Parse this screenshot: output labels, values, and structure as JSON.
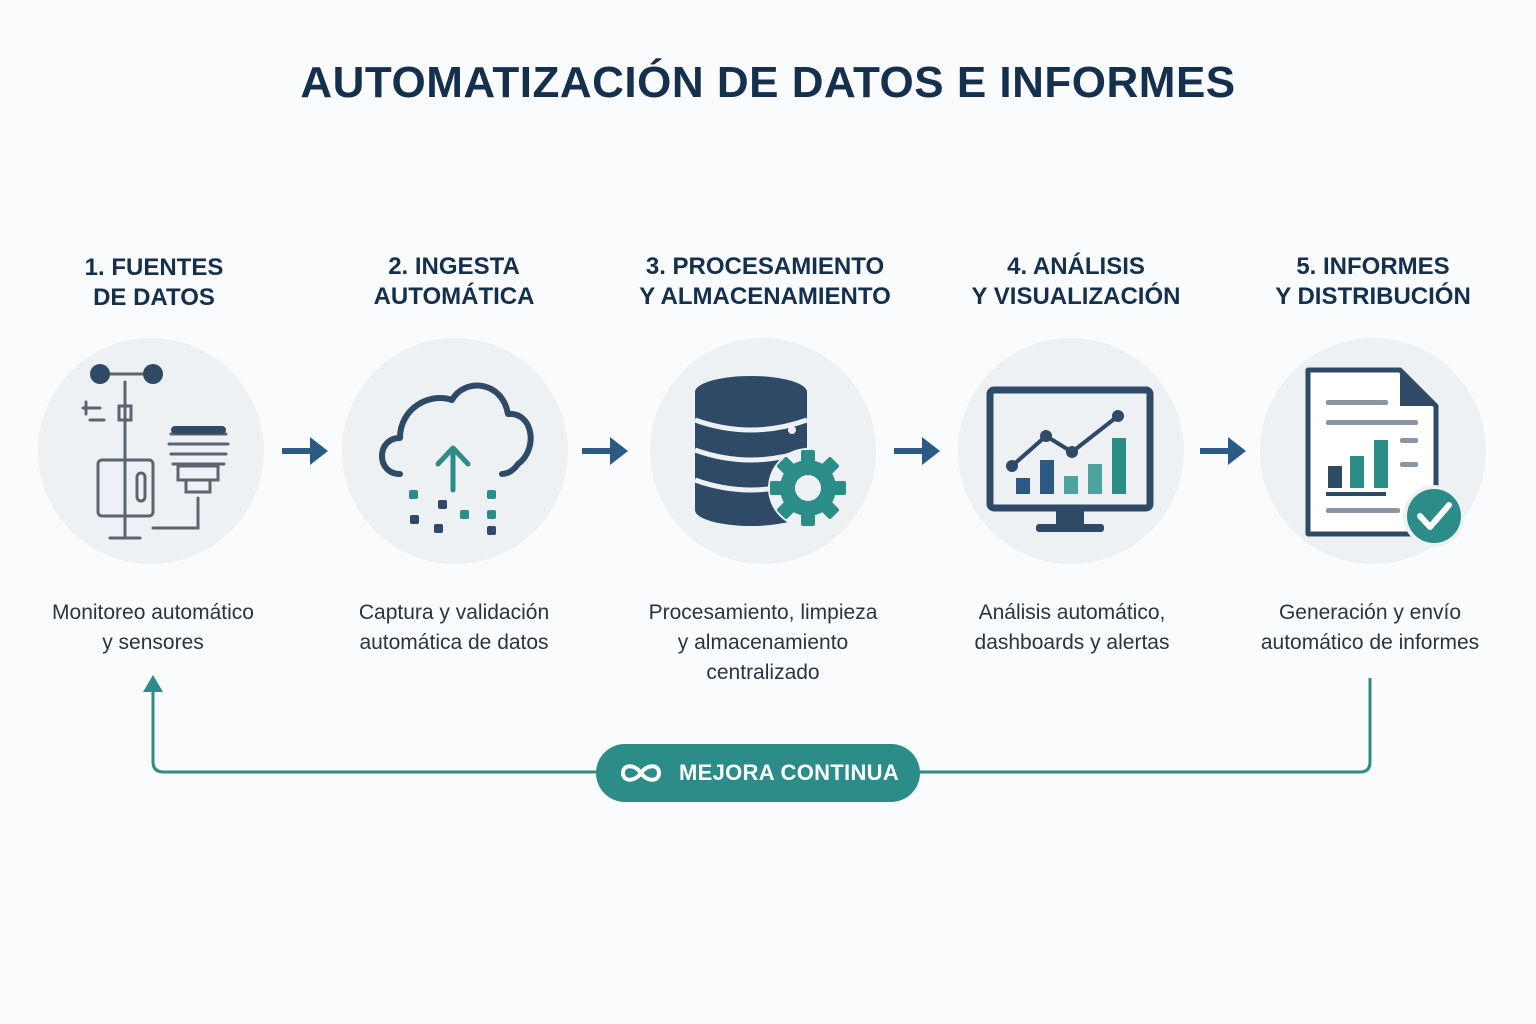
{
  "title": "AUTOMATIZACIÓN DE DATOS E INFORMES",
  "steps": [
    {
      "title_lines": [
        "1. FUENTES",
        "DE DATOS"
      ],
      "desc_lines": [
        "Monitoreo automático",
        "y sensores"
      ],
      "icon": "weather-station-icon"
    },
    {
      "title_lines": [
        "2. INGESTA",
        "AUTOMÁTICA"
      ],
      "desc_lines": [
        "Captura y validación",
        "automática de datos"
      ],
      "icon": "cloud-upload-icon"
    },
    {
      "title_lines": [
        "3. PROCESAMIENTO",
        "Y ALMACENAMIENTO"
      ],
      "desc_lines": [
        "Procesamiento, limpieza",
        "y almacenamiento",
        "centralizado"
      ],
      "icon": "database-gear-icon"
    },
    {
      "title_lines": [
        "4. ANÁLISIS",
        "Y VISUALIZACIÓN"
      ],
      "desc_lines": [
        "Análisis automático,",
        "dashboards y alertas"
      ],
      "icon": "monitor-chart-icon"
    },
    {
      "title_lines": [
        "5. INFORMES",
        "Y DISTRIBUCIÓN"
      ],
      "desc_lines": [
        "Generación y envío",
        "automático de informes"
      ],
      "icon": "report-check-icon"
    }
  ],
  "loop": {
    "label": "MEJORA CONTINUA",
    "icon": "infinity-icon"
  },
  "colors": {
    "navy": "#15304d",
    "dark_slate": "#2e4a66",
    "teal": "#2c8c88",
    "circle_bg": "#eef1f4",
    "arrow": "#2b5a84"
  }
}
